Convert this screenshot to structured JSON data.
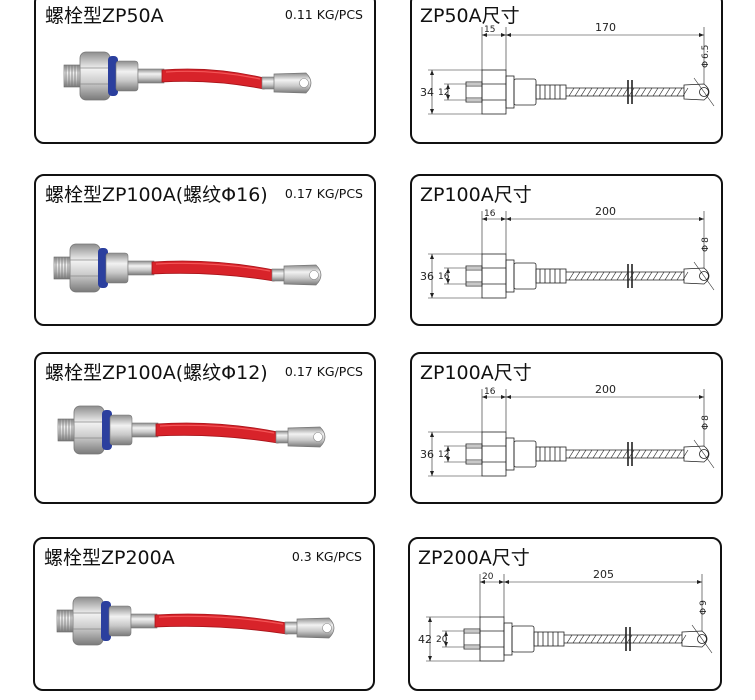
{
  "rows": [
    {
      "product_title": "螺栓型ZP50A",
      "weight": "0.11 KG/PCS",
      "dim_title": "ZP50A尺寸",
      "dims": {
        "hex": "15",
        "length": "170",
        "hole": "6.5",
        "hole_prefix": "Φ",
        "outer": "34",
        "inner": "12"
      }
    },
    {
      "product_title": "螺栓型ZP100A(螺纹Φ16)",
      "weight": "0.17 KG/PCS",
      "dim_title": "ZP100A尺寸",
      "dims": {
        "hex": "16",
        "length": "200",
        "hole": "8",
        "hole_prefix": "Φ",
        "outer": "36",
        "inner": "16"
      }
    },
    {
      "product_title": "螺栓型ZP100A(螺纹Φ12)",
      "weight": "0.17 KG/PCS",
      "dim_title": "ZP100A尺寸",
      "dims": {
        "hex": "16",
        "length": "200",
        "hole": "8",
        "hole_prefix": "Φ",
        "outer": "36",
        "inner": "12"
      }
    },
    {
      "product_title": "螺栓型ZP200A",
      "weight": "0.3 KG/PCS",
      "dim_title": "ZP200A尺寸",
      "dims": {
        "hex": "20",
        "length": "205",
        "hole": "9",
        "hole_prefix": "Φ",
        "outer": "42",
        "inner": "20"
      }
    }
  ],
  "colors": {
    "border": "#111111",
    "lead": "#d8232a",
    "insulator": "#2b3f9e",
    "metal": "#c9c9c9"
  }
}
